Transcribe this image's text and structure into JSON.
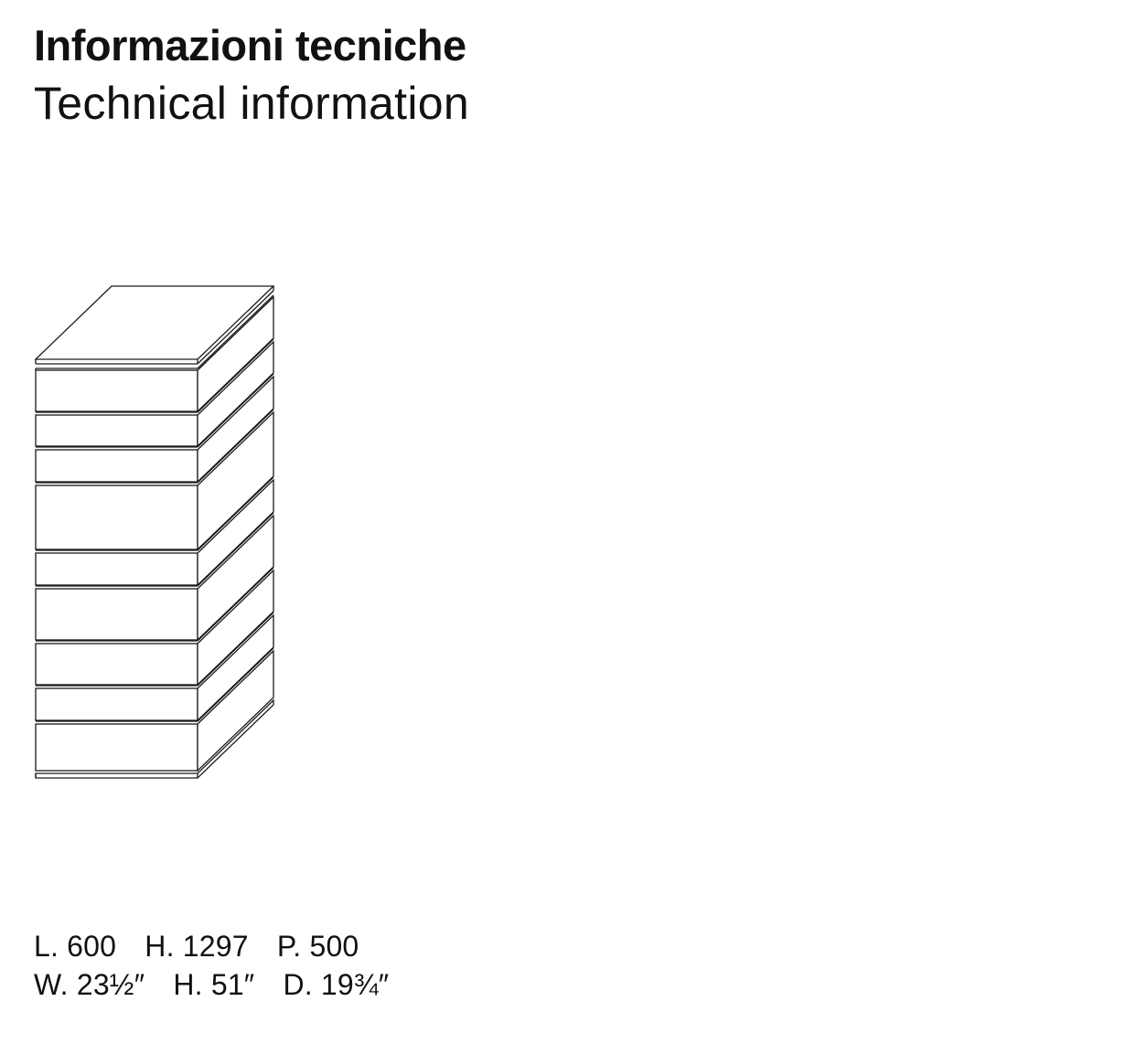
{
  "title": {
    "italian": "Informazioni tecniche",
    "english": "Technical information"
  },
  "drawing": {
    "subject": "chest of drawers line drawing",
    "drawer_count": 9,
    "stroke_color": "#1a1a1a"
  },
  "dimensions": {
    "metric": {
      "width": "L. 600",
      "height": "H. 1297",
      "depth": "P. 500"
    },
    "imperial": {
      "width": "W. 23½″",
      "height": "H. 51″",
      "depth": "D. 19¾″"
    }
  }
}
